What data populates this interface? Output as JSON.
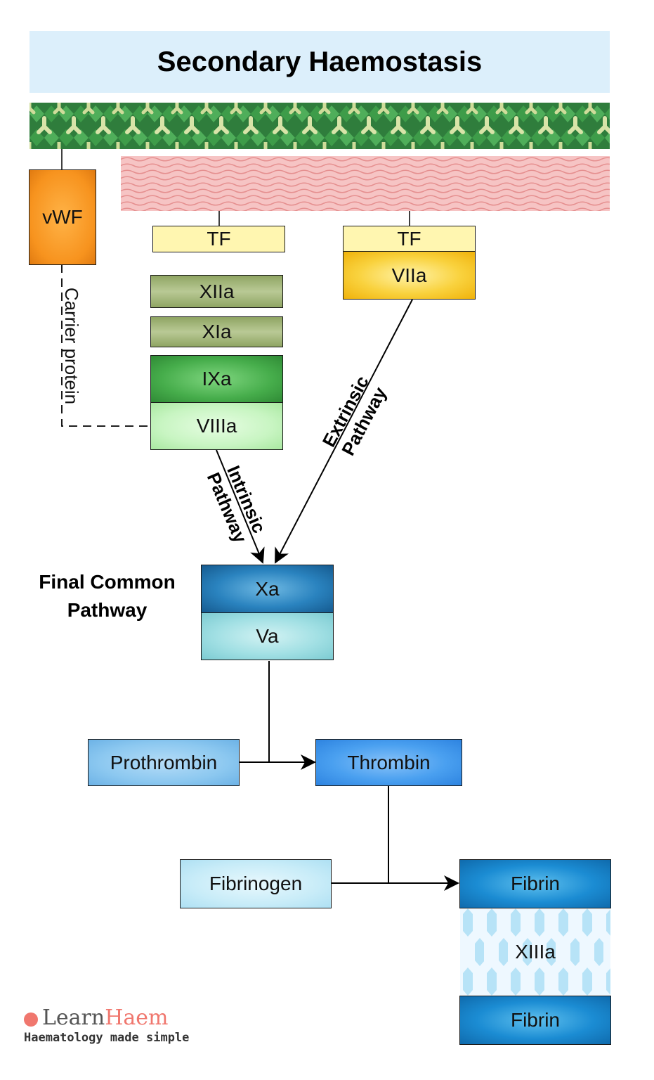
{
  "title": "Secondary Haemostasis",
  "labels": {
    "vwf": "vWF",
    "carrier": "Carrier protein",
    "tf_intrinsic": "TF",
    "tf_extrinsic": "TF",
    "viia": "VIIa",
    "xiia": "XIIa",
    "xia": "XIa",
    "ixa": "IXa",
    "viiia": "VIIIa",
    "intrinsic_line1": "Intrinsic",
    "intrinsic_line2": "Pathway",
    "extrinsic_line1": "Extrinsic",
    "extrinsic_line2": "Pathway",
    "final_line1": "Final Common",
    "final_line2": "Pathway",
    "xa": "Xa",
    "va": "Va",
    "prothrombin": "Prothrombin",
    "thrombin": "Thrombin",
    "fibrinogen": "Fibrinogen",
    "fibrin_top": "Fibrin",
    "xiiia": "XIIIa",
    "fibrin_bottom": "Fibrin"
  },
  "logo": {
    "part1": "Learn",
    "part2": "Haem",
    "tagline": "Haematology made simple"
  },
  "colors": {
    "title_bg": "#dceffb",
    "vwf": "#f7931e",
    "tf": "#fff6b0",
    "viia": "#f7c21a",
    "xiia": "#a7b97a",
    "ixa": "#46ad4b",
    "viiia": "#c8f5c2",
    "xa": "#1e6fa8",
    "va": "#8ed6dc",
    "prothrombin": "#8cc8f0",
    "thrombin": "#3d97ef",
    "fibrinogen": "#c8ecf8",
    "fibrin": "#1b8cd3",
    "logo_accent": "#f0776e"
  }
}
